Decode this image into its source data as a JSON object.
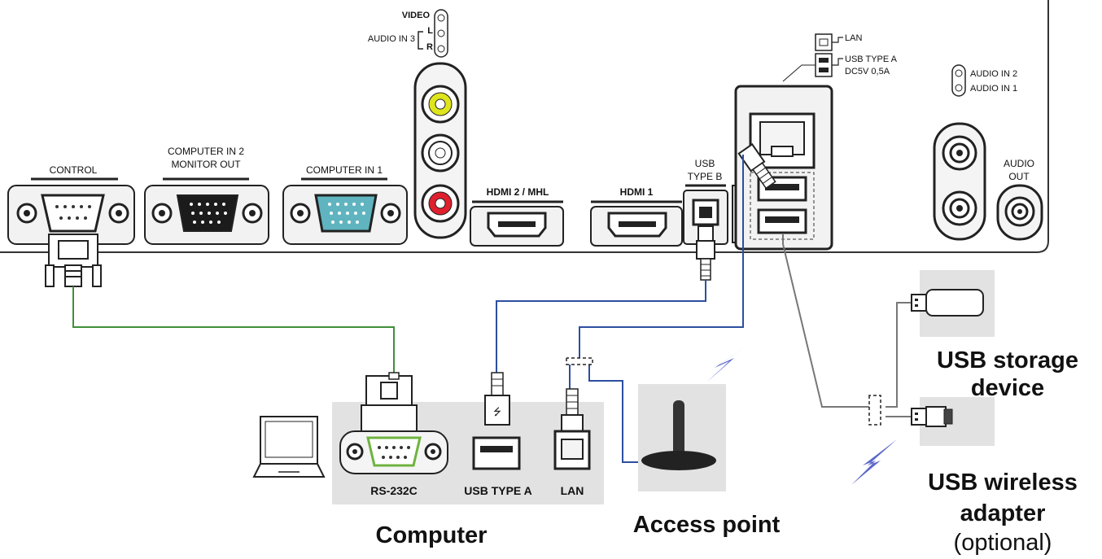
{
  "panel": {
    "ports": {
      "video": "VIDEO",
      "l": "L",
      "r": "R",
      "audio_in3": "AUDIO IN 3",
      "control": "CONTROL",
      "computer_in2_l1": "COMPUTER IN 2",
      "computer_in2_l2": "MONITOR OUT",
      "computer_in1": "COMPUTER IN 1",
      "hdmi2": "HDMI 2 / MHL",
      "hdmi1": "HDMI 1",
      "usb_b_l1": "USB",
      "usb_b_l2": "TYPE B",
      "lan": "LAN",
      "usb_a_l1": "USB TYPE A",
      "usb_a_l2": "DC5V 0,5A",
      "audio_in2": "AUDIO IN 2",
      "audio_in1": "AUDIO IN 1",
      "audio_out_l1": "AUDIO",
      "audio_out_l2": "OUT"
    }
  },
  "computer": {
    "ports": {
      "rs232c": "RS-232C",
      "usb_a": "USB TYPE A",
      "lan": "LAN"
    },
    "label": "Computer"
  },
  "access_point": {
    "label": "Access point"
  },
  "usb_storage": {
    "label_l1": "USB storage",
    "label_l2": "device"
  },
  "usb_wireless": {
    "label_l1": "USB  wireless",
    "label_l2": "adapter",
    "label_l3": "(optional)"
  },
  "colors": {
    "rca_yellow": "#dfe51d",
    "rca_red": "#e0202e",
    "vga_blue": "#5fb4bf",
    "rs232_green": "#6fb33f",
    "cable_green": "#3f8f3a",
    "cable_blue": "#2c4fa0",
    "cable_gray": "#777777",
    "lightning": "#5b67c9",
    "box_gray": "#e2e2e2"
  }
}
